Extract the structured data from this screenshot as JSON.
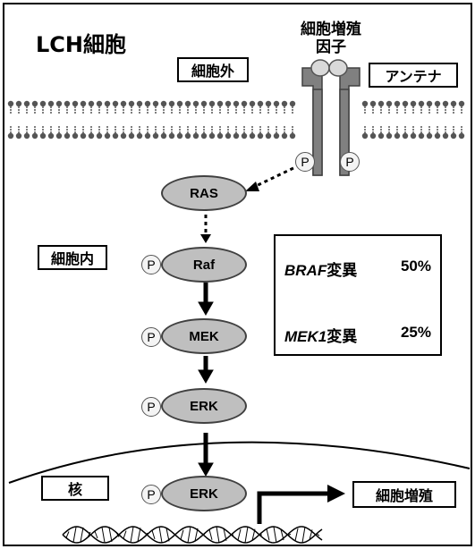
{
  "diagram": {
    "title": "LCH細胞",
    "extracellular_label": "細胞外",
    "intracellular_label": "細胞内",
    "nucleus_label": "核",
    "growth_factor_label_line1": "細胞増殖",
    "growth_factor_label_line2": "因子",
    "receptor_label": "アンテナ",
    "phospho_label": "P",
    "nodes": {
      "ras": "RAS",
      "raf": "Raf",
      "mek": "MEK",
      "erk": "ERK",
      "erk_nuclear": "ERK"
    },
    "output_label": "細胞増殖",
    "mutations": [
      {
        "gene": "BRAF",
        "suffix": "変異",
        "percent": "50%"
      },
      {
        "gene": "MEK1",
        "suffix": "変異",
        "percent": "25%"
      }
    ]
  }
}
